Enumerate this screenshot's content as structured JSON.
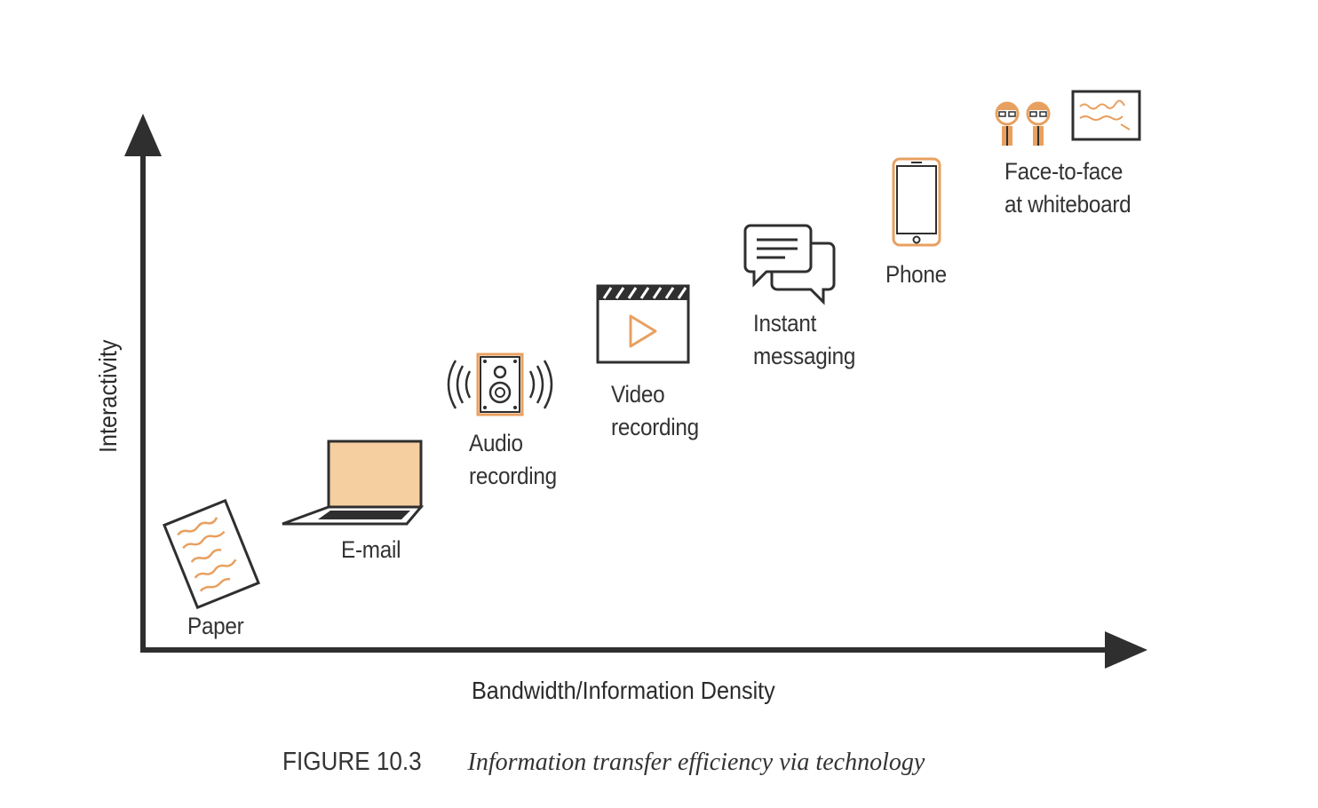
{
  "axes": {
    "x_title": "Bandwidth/Information Density",
    "y_title": "Interactivity"
  },
  "items": [
    {
      "id": "paper",
      "lines": [
        "Paper"
      ],
      "icon": "paper-icon"
    },
    {
      "id": "email",
      "lines": [
        "E-mail"
      ],
      "icon": "laptop-icon"
    },
    {
      "id": "audio",
      "lines": [
        "Audio",
        "recording"
      ],
      "icon": "speaker-icon"
    },
    {
      "id": "video",
      "lines": [
        "Video",
        "recording"
      ],
      "icon": "video-icon"
    },
    {
      "id": "im",
      "lines": [
        "Instant",
        "messaging"
      ],
      "icon": "chat-bubbles-icon"
    },
    {
      "id": "phone",
      "lines": [
        "Phone"
      ],
      "icon": "phone-icon"
    },
    {
      "id": "face",
      "lines": [
        "Face-to-face",
        "at whiteboard"
      ],
      "icon": "whiteboard-people-icon"
    }
  ],
  "caption": {
    "number": "FIGURE 10.3",
    "text": "Information transfer efficiency via technology"
  },
  "colors": {
    "accent": "#e8a060",
    "laptop_screen": "#f6cfa0",
    "ink": "#2f2f2f"
  }
}
